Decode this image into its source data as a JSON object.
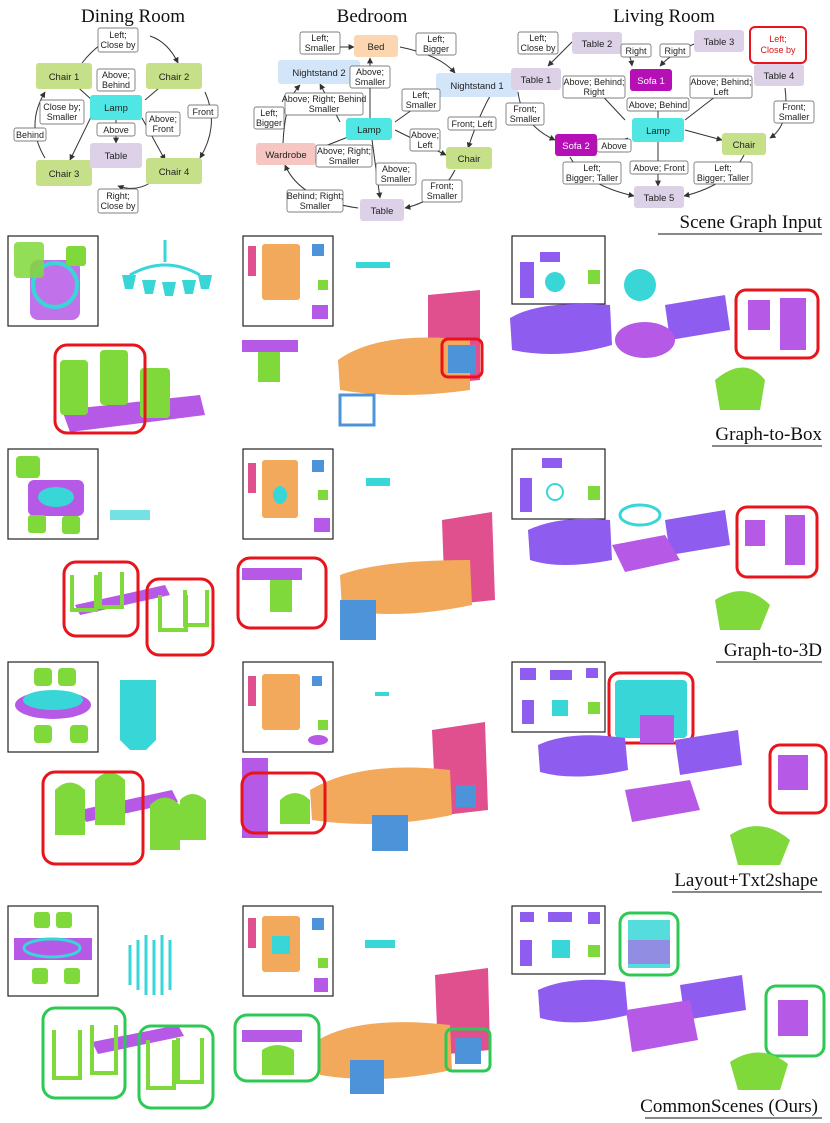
{
  "columns": [
    {
      "title": "Dining Room"
    },
    {
      "title": "Bedroom"
    },
    {
      "title": "Living Room"
    }
  ],
  "rows": [
    {
      "label": "Scene Graph Input"
    },
    {
      "label": "Graph-to-Box"
    },
    {
      "label": "Graph-to-3D"
    },
    {
      "label": "Layout+Txt2shape"
    },
    {
      "label": "CommonScenes (Ours)"
    }
  ],
  "colors": {
    "chair_node": "#c6e08a",
    "lamp_node": "#4fe6e3",
    "table_node": "#ddd1e8",
    "bed_node": "#fbd6b0",
    "nightstand_node": "#d3e5f8",
    "wardrobe_node": "#f6c6c2",
    "sofa_node": "#b60fb6",
    "highlight_red": "#e8141b",
    "highlight_green": "#2ec955",
    "shape_chair": "#7fd93a",
    "shape_lamp": "#39d6d8",
    "shape_table": "#b659e6",
    "shape_bed": "#f2a95b",
    "shape_nightstand": "#4d93da",
    "shape_wardrobe": "#e0508f",
    "shape_sofa": "#8f5cf0"
  },
  "graphs": {
    "dining": {
      "nodes": {
        "chair1": "Chair 1",
        "chair2": "Chair 2",
        "chair3": "Chair 3",
        "chair4": "Chair 4",
        "lamp": "Lamp",
        "table": "Table"
      },
      "edges": {
        "e1": [
          "Left;",
          "Close by"
        ],
        "e2": [
          "Above;",
          "Behind"
        ],
        "e3": [
          "Above"
        ],
        "e4": [
          "Above;",
          "Front"
        ],
        "e5": [
          "Front"
        ],
        "e6": [
          "Close by;",
          "Smaller"
        ],
        "e7": [
          "Behind"
        ],
        "e8": [
          "Right;",
          "Close by"
        ]
      }
    },
    "bedroom": {
      "nodes": {
        "bed": "Bed",
        "ns1": "Nightstand 1",
        "ns2": "Nightstand 2",
        "lamp": "Lamp",
        "chair": "Chair",
        "wardrobe": "Wardrobe",
        "table": "Table"
      },
      "edges": {
        "e1": [
          "Left;",
          "Smaller"
        ],
        "e2": [
          "Left;",
          "Bigger"
        ],
        "e3": [
          "Above;",
          "Smaller"
        ],
        "e4": [
          "Above; Right; Behind",
          "Smaller"
        ],
        "e5": [
          "Left;",
          "Smaller"
        ],
        "e6": [
          "Front; Left"
        ],
        "e7": [
          "Left;",
          "Bigger"
        ],
        "e8": [
          "Above; Right;",
          "Smaller"
        ],
        "e9": [
          "Above;",
          "Left"
        ],
        "e10": [
          "Above;",
          "Smaller"
        ],
        "e11": [
          "Front;",
          "Smaller"
        ],
        "e12": [
          "Behind; Right;",
          "Smaller"
        ]
      }
    },
    "living": {
      "nodes": {
        "table1": "Table 1",
        "table2": "Table 2",
        "table3": "Table 3",
        "table4": "Table 4",
        "table5": "Table 5",
        "sofa1": "Sofa 1",
        "sofa2": "Sofa 2",
        "lamp": "Lamp",
        "chair": "Chair"
      },
      "edges": {
        "e1": [
          "Left;",
          "Close by"
        ],
        "e2": [
          "Right"
        ],
        "e3": [
          "Right"
        ],
        "e4": [
          "Left;",
          "Close by"
        ],
        "e5": [
          "Above; Behind;",
          "Right"
        ],
        "e6": [
          "Above; Behind"
        ],
        "e7": [
          "Above; Behind;",
          "Left"
        ],
        "e8": [
          "Front;",
          "Smaller"
        ],
        "e9": [
          "Front;",
          "Smaller"
        ],
        "e10": [
          "Above"
        ],
        "e11": [
          "Above; Front"
        ],
        "e12": [
          "Left;",
          "Bigger; Taller"
        ],
        "e13": [
          "Left;",
          "Bigger; Taller"
        ]
      }
    }
  }
}
